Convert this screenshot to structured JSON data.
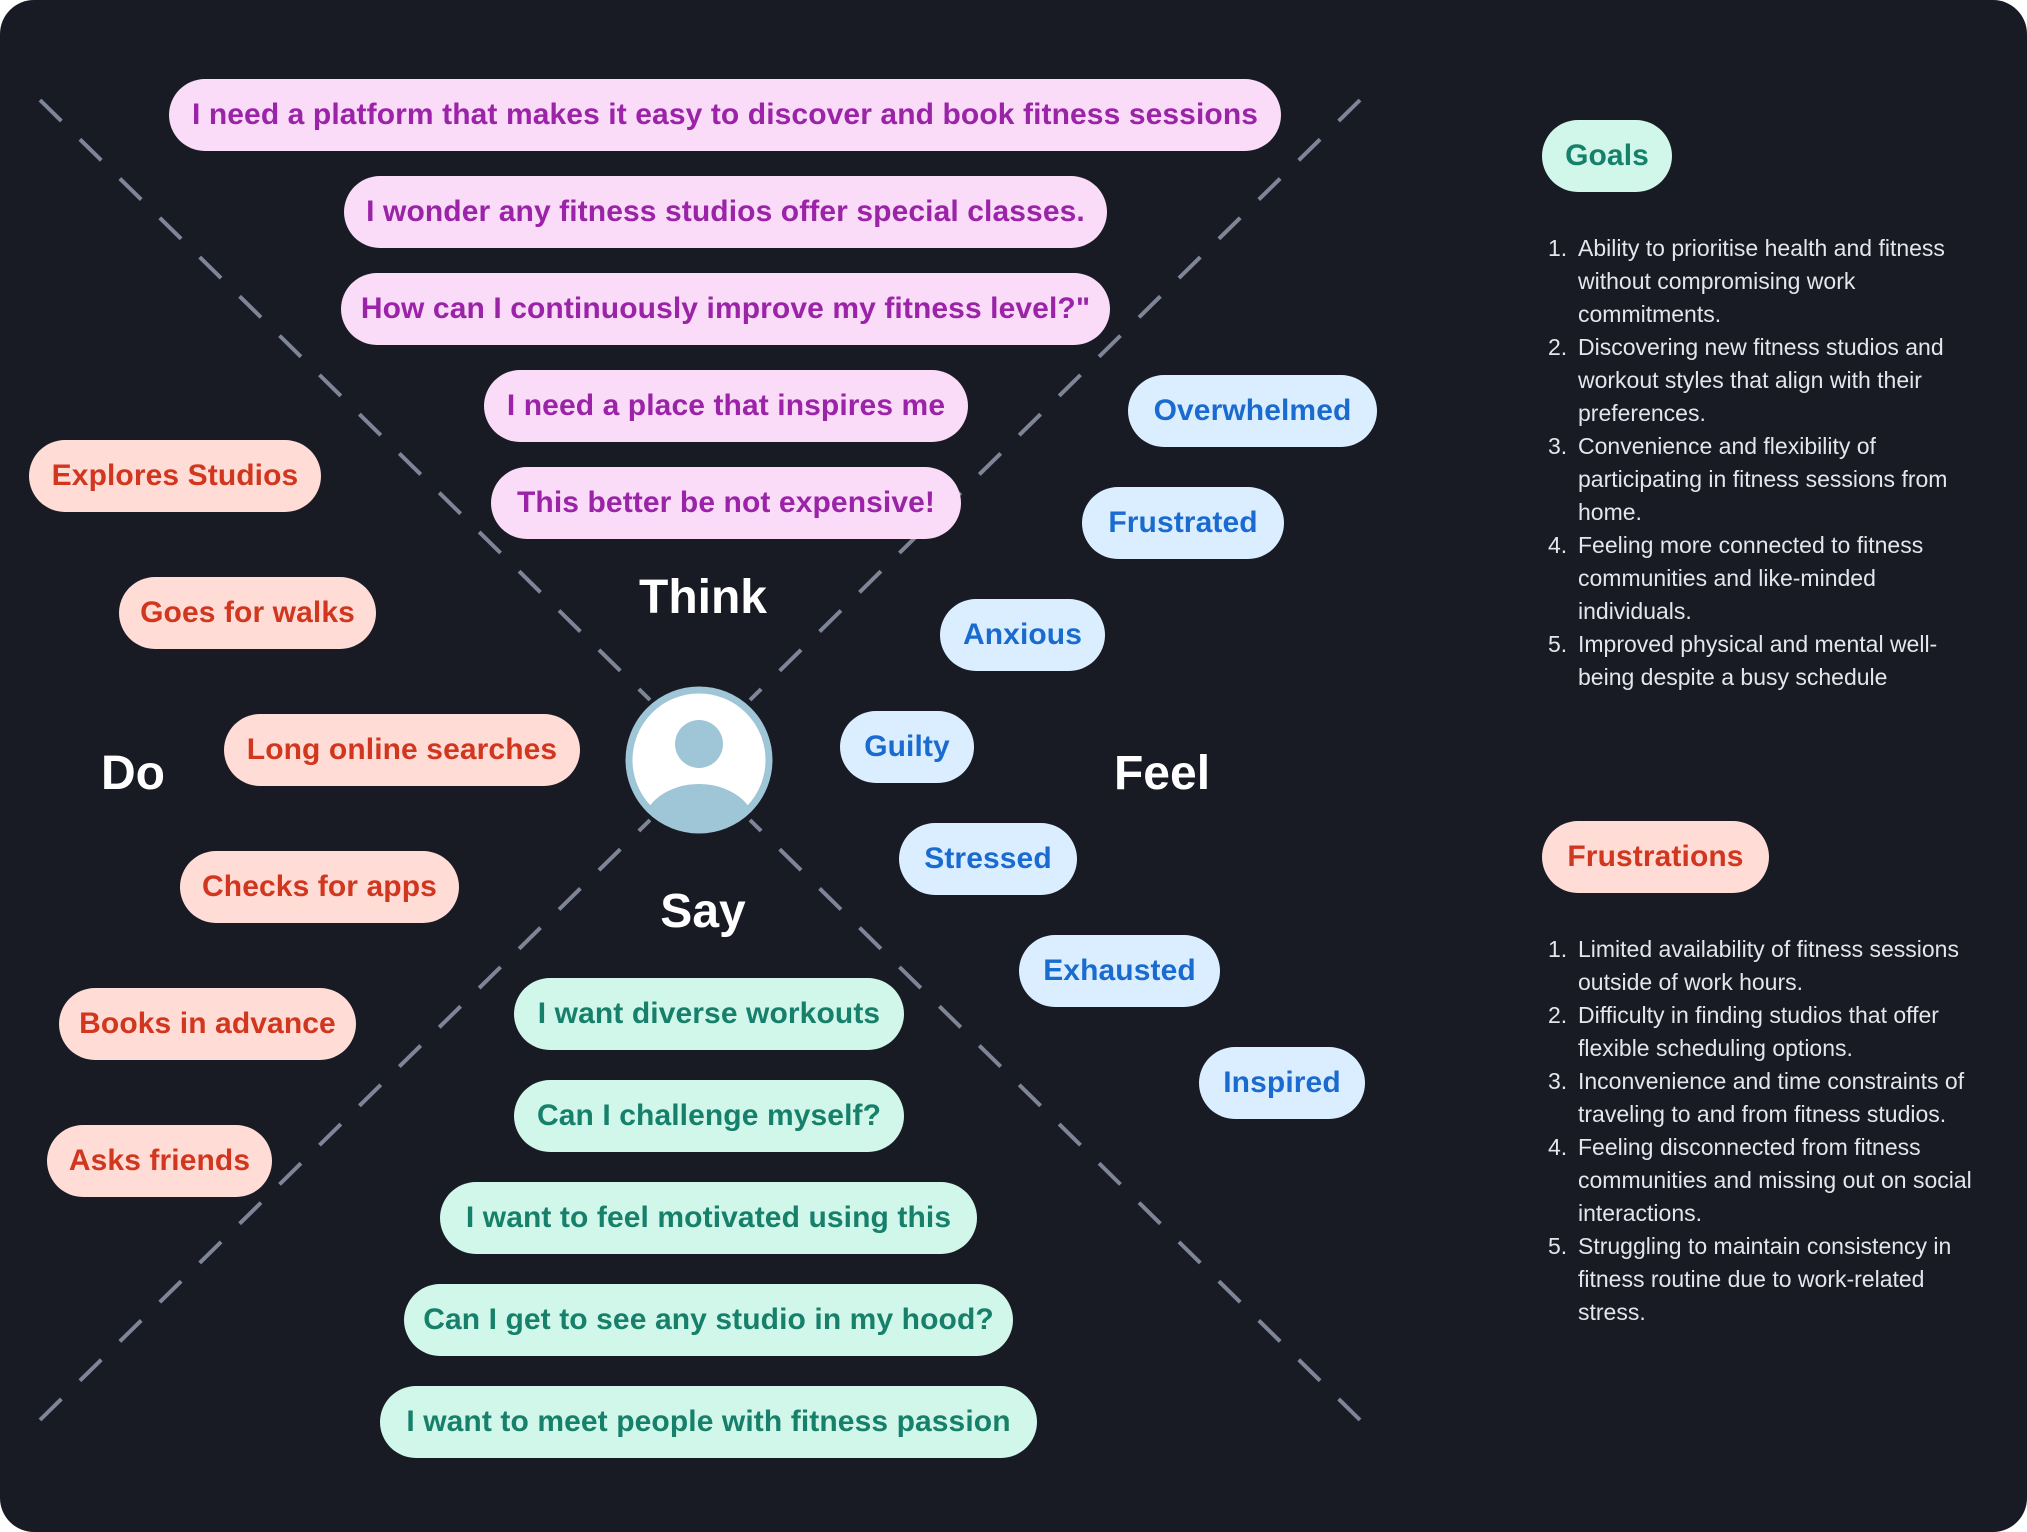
{
  "quadrants": {
    "think": {
      "label": "Think",
      "items": [
        "I need a platform that makes it easy to discover and book fitness sessions",
        "I wonder any fitness studios offer special classes.",
        "How can I continuously improve my fitness level?\"",
        "I need a place that inspires me",
        "This better be not expensive!"
      ]
    },
    "feel": {
      "label": "Feel",
      "items": [
        "Overwhelmed",
        "Frustrated",
        "Anxious",
        "Guilty",
        "Stressed",
        "Exhausted",
        "Inspired"
      ]
    },
    "do": {
      "label": "Do",
      "items": [
        "Explores Studios",
        "Goes for walks",
        "Long online searches",
        "Checks for apps",
        "Books in advance",
        "Asks friends"
      ]
    },
    "say": {
      "label": "Say",
      "items": [
        "I want diverse workouts",
        "Can I challenge myself?",
        "I want to feel motivated using this",
        "Can I get to see any studio in my hood?",
        "I want to meet people with fitness passion"
      ]
    }
  },
  "goals": {
    "title": "Goals",
    "items": [
      "Ability to prioritise health and fitness without compromising work commitments.",
      "Discovering new fitness studios and workout styles that align with their preferences.",
      "Convenience and flexibility of participating in fitness sessions from home.",
      "Feeling more connected to fitness communities and like-minded individuals.",
      "Improved physical and mental well-being despite a busy schedule"
    ]
  },
  "frustrations": {
    "title": "Frustrations",
    "items": [
      "Limited availability of fitness sessions outside of work hours.",
      "Difficulty in finding studios that offer flexible scheduling options.",
      "Inconvenience and time constraints of traveling to and from fitness studios.",
      "Feeling disconnected from fitness communities and missing out on social interactions.",
      "Struggling to maintain consistency in fitness routine due to work-related stress."
    ]
  },
  "avatar_icon": "user-avatar-icon",
  "colors": {
    "background": "#181a24",
    "think": "#9a23a8",
    "say": "#17806b",
    "feel": "#1a6bcf",
    "do": "#d1361e"
  }
}
